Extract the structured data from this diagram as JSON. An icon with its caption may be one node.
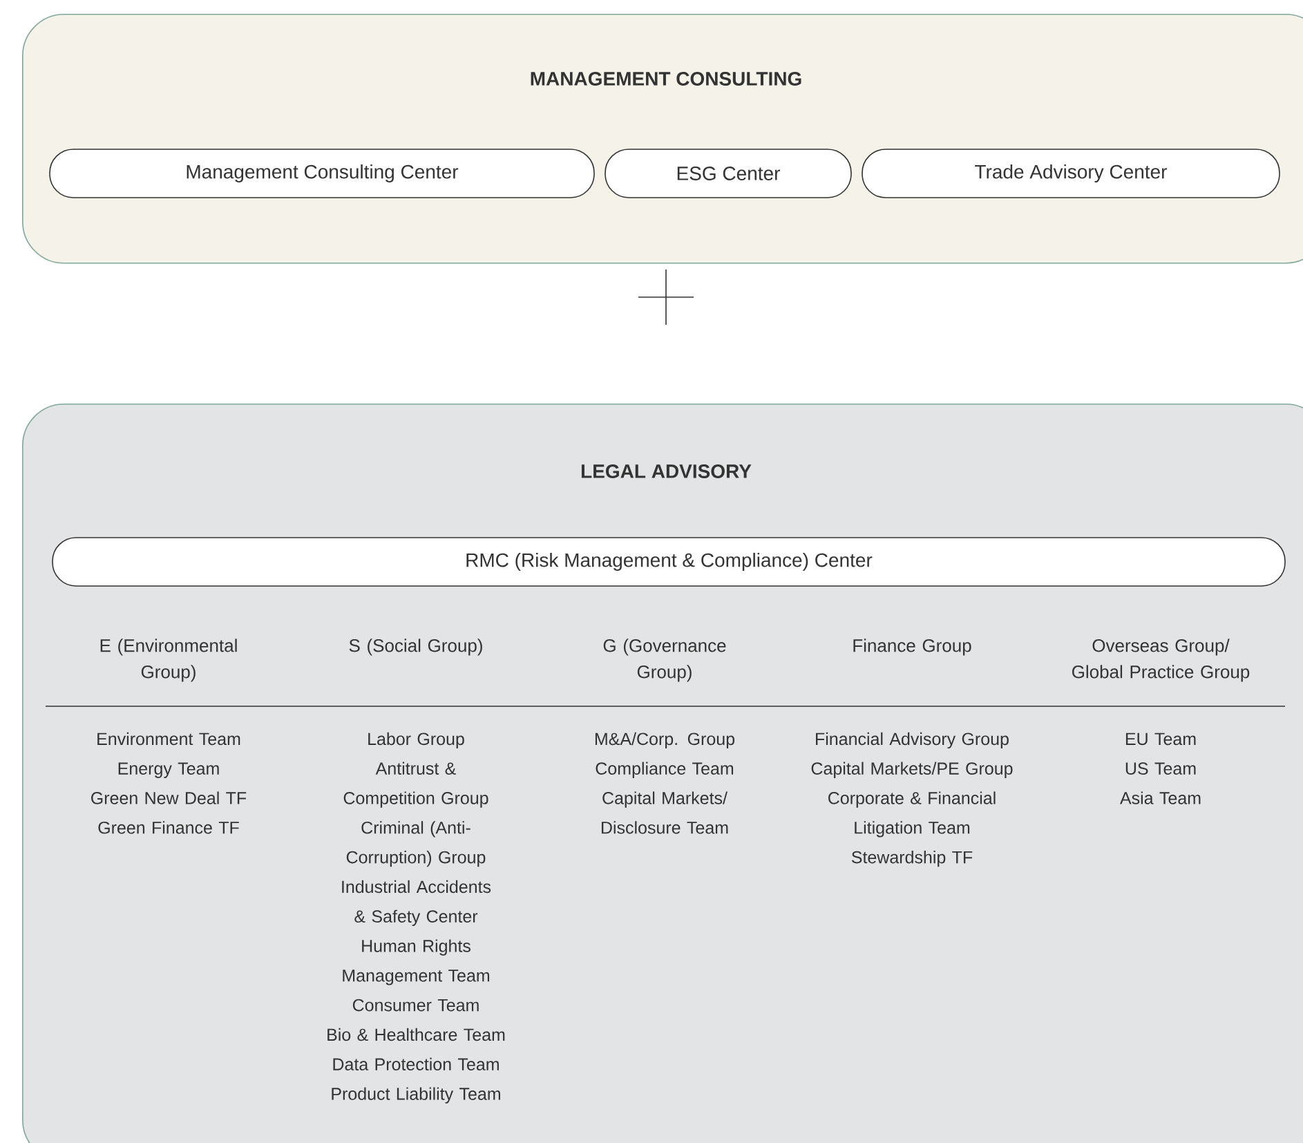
{
  "diagram": {
    "nodes": [
      {
        "text": [
          "MANAGEMENT CONSULTING"
        ]
      },
      {
        "text": [
          "Management Consulting Center"
        ],
        "in": 0
      },
      {
        "text": [
          "ESG Center"
        ],
        "in": 0
      },
      {
        "text": [
          "Trade Advisory Center"
        ],
        "in": 0
      },
      {
        "text": [
          "LEGAL ADVISORY"
        ]
      },
      {
        "text": [
          "RMC (Risk Management & Compliance) Center"
        ],
        "in": 4
      }
    ],
    "edges": [],
    "labels": [
      "E (Environmental Group)",
      "S (Social Group)",
      "G (Governance Group)",
      "Finance Group",
      "Overseas Group/ Global Practice Group",
      "Environment Team",
      "Energy Team",
      "Green New Deal TF",
      "Green Finance TF",
      "Labor Group",
      "Antitrust & Competition Group",
      "Criminal (Anti-Corruption) Group",
      "Industrial Accidents & Safety Center",
      "Human Rights Management Team",
      "Consumer Team",
      "Bio & Healthcare Team",
      "Data Protection Team",
      "Product Liability Team",
      "M&A/Corp. Group",
      "Compliance Team",
      "Capital Markets/ Disclosure Team",
      "Financial Advisory Group",
      "Capital Markets/PE Group",
      "Corporate & Financial Litigation Team",
      "Stewardship TF",
      "EU Team",
      "US Team",
      "Asia Team"
    ]
  }
}
